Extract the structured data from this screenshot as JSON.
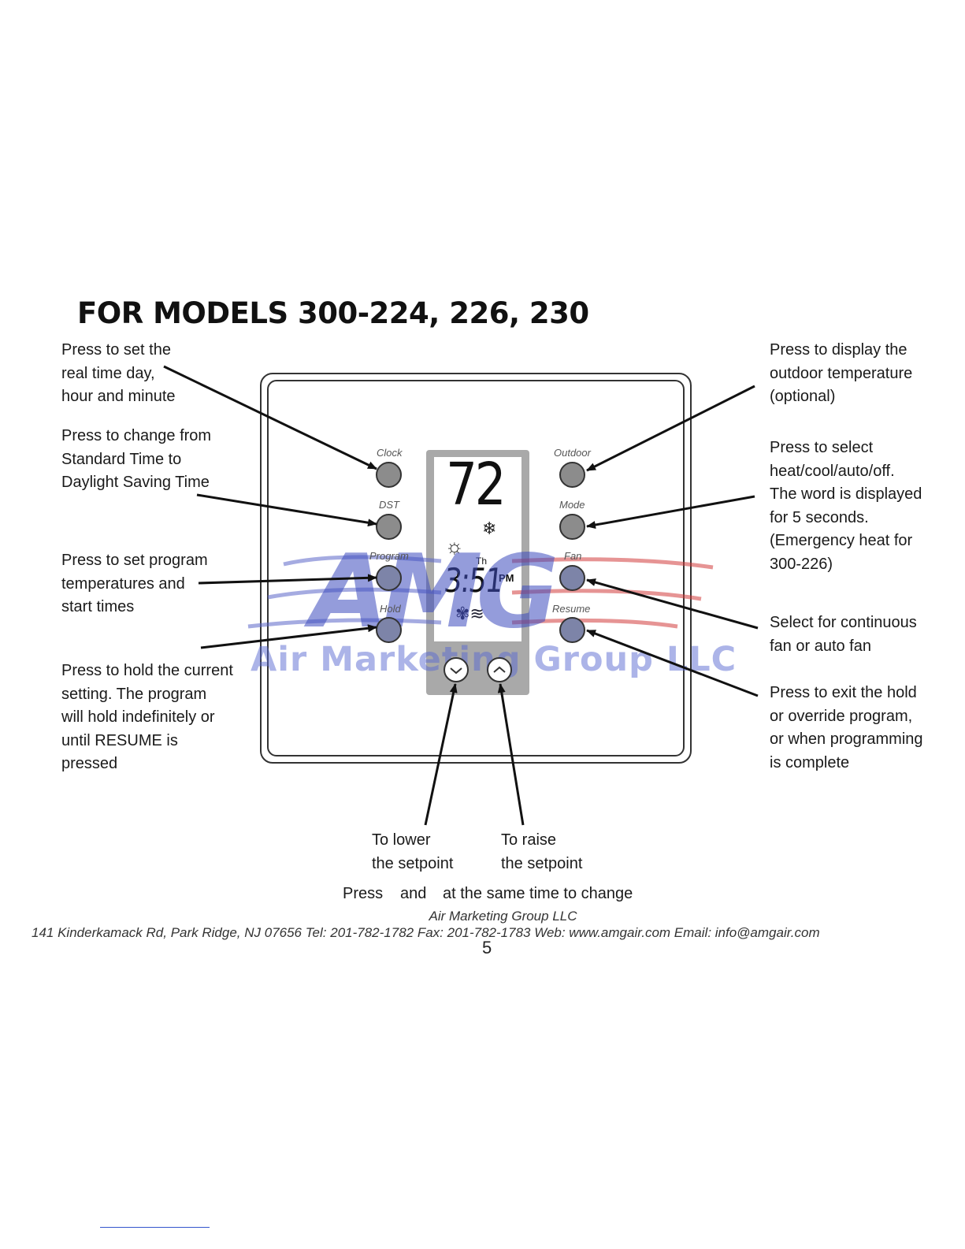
{
  "title": "FOR MODELS 300-224, 226, 230",
  "notes": {
    "clock": [
      "Press to set the",
      "real time day,",
      "hour and minute"
    ],
    "dst": [
      "Press to change from",
      "Standard Time to",
      "Daylight Saving Time"
    ],
    "program": [
      "Press to set program",
      "temperatures and",
      "start times"
    ],
    "hold": [
      "Press to hold the current",
      "setting. The program",
      "will hold indefinitely or",
      "until RESUME is",
      "pressed"
    ],
    "outdoor": [
      "Press to display the",
      "outdoor temperature",
      "(optional)"
    ],
    "mode": [
      "Press to select",
      "heat/cool/auto/off.",
      "The word is displayed",
      "for 5 seconds.",
      "(Emergency heat for",
      "300-226)"
    ],
    "fan": [
      "Select for continuous",
      "fan or auto fan"
    ],
    "resume": [
      "Press to exit the hold",
      "or override program,",
      "or when programming",
      "is complete"
    ],
    "lower": [
      "To lower",
      "the setpoint"
    ],
    "raise": [
      "To raise",
      "the setpoint"
    ],
    "press_both": [
      "Press",
      "and",
      "at the same time to change"
    ]
  },
  "buttons": {
    "clock": "Clock",
    "dst": "DST",
    "program": "Program",
    "hold": "Hold",
    "outdoor": "Outdoor",
    "mode": "Mode",
    "fan": "Fan",
    "resume": "Resume"
  },
  "display": {
    "temperature": "72",
    "day": "Th",
    "time": "3:51",
    "ampm": "PM",
    "icons": [
      "sun-icon",
      "snowflake-icon",
      "fan-icon"
    ]
  },
  "watermark": {
    "logo": "AMG",
    "text": "Air Marketing Group LLC"
  },
  "footer": {
    "company": "Air Marketing Group LLC",
    "address": "141 Kinderkamack Rd, Park Ridge, NJ 07656  Tel: 201-782-1782  Fax: 201-782-1783 Web: www.amgair.com Email: info@amgair.com",
    "page": "5"
  },
  "colors": {
    "button_gray": "#8c8c8c",
    "button_blue": "#7d84a8",
    "housing": "#a9a9a9",
    "watermark_blue": "#3c4bbe",
    "watermark_red": "#d23c3c"
  }
}
